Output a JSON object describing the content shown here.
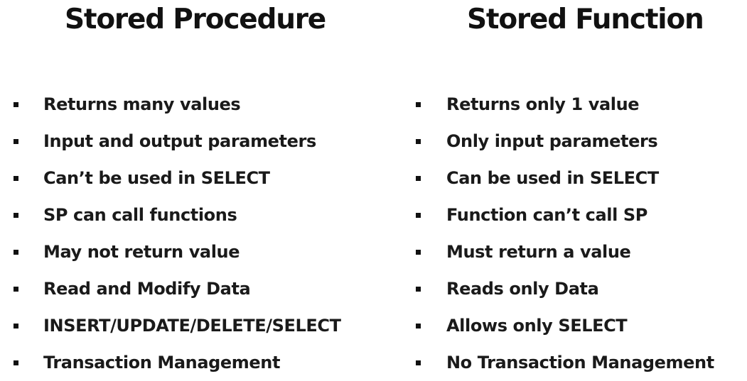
{
  "left": {
    "heading": "Stored Procedure",
    "items": [
      "Returns many values",
      "Input and output parameters",
      "Can’t be used in SELECT",
      "SP can call functions",
      "May not return value",
      "Read and Modify Data",
      "INSERT/UPDATE/DELETE/SELECT",
      "Transaction Management"
    ]
  },
  "right": {
    "heading": "Stored Function",
    "items": [
      "Returns only 1 value",
      "Only input parameters",
      "Can be used in SELECT",
      "Function can’t call SP",
      "Must return a value",
      "Reads only Data",
      "Allows only SELECT",
      "No Transaction Management"
    ]
  },
  "colors": {
    "text": "#1a1a1a",
    "background": "#ffffff"
  },
  "icons": {
    "bullet": "square-bullet-icon"
  }
}
